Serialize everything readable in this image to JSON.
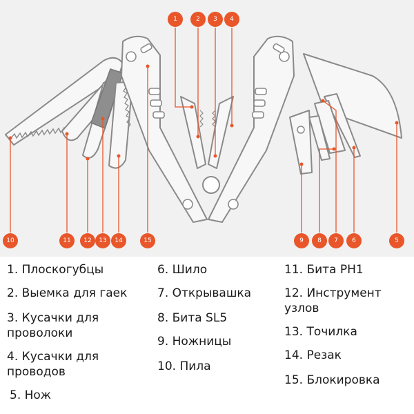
{
  "accent_color": "#e8562a",
  "markers": [
    "1",
    "2",
    "3",
    "4",
    "5",
    "6",
    "7",
    "8",
    "9",
    "10",
    "11",
    "12",
    "13",
    "14",
    "15"
  ],
  "legend": [
    "1. Плоскогубцы",
    "2. Выемка для гаек",
    "3. Кусачки для\nпроволоки",
    "4. Кусачки для\nпроводов",
    "5. Нож",
    "6. Шило",
    "7. Открывашка",
    "8. Бита SL5",
    "9. Ножницы",
    "10. Пила",
    "11. Бита PH1",
    "12. Инструмент\nузлов",
    "13. Точилка",
    "14. Резак",
    "15. Блокировка"
  ]
}
